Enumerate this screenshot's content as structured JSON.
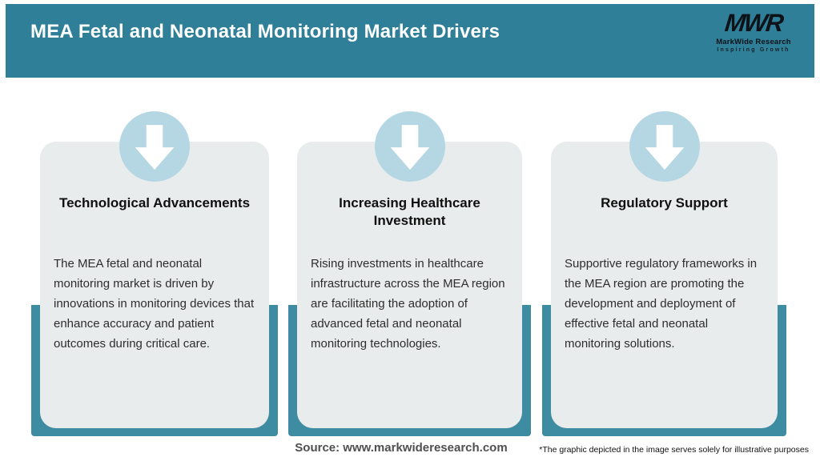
{
  "header": {
    "title": "MEA Fetal and Neonatal Monitoring Market Drivers",
    "logo": {
      "mark": "MWR",
      "name": "MarkWide Research",
      "tagline": "Inspiring Growth"
    }
  },
  "cards": [
    {
      "title": "Technological Advancements",
      "description": "The MEA fetal and neonatal monitoring market is driven by innovations in monitoring devices that enhance accuracy and patient outcomes during critical care."
    },
    {
      "title": "Increasing Healthcare Investment",
      "description": "Rising investments in healthcare infrastructure across the MEA region are facilitating the adoption of advanced fetal and neonatal monitoring technologies."
    },
    {
      "title": "Regulatory Support",
      "description": "Supportive regulatory frameworks in the MEA region are promoting the development and deployment of effective fetal and neonatal monitoring solutions."
    }
  ],
  "footer": {
    "source": "Source: www.markwideresearch.com",
    "disclaimer": "*The graphic depicted in the image serves solely for illustrative purposes"
  },
  "colors": {
    "header_teal": "#2e7f97",
    "backdrop_teal": "#3e8ca1",
    "card_gray": "#e9ecec",
    "circle_blue": "#b5d7e3",
    "title_white": "#ffffff"
  }
}
